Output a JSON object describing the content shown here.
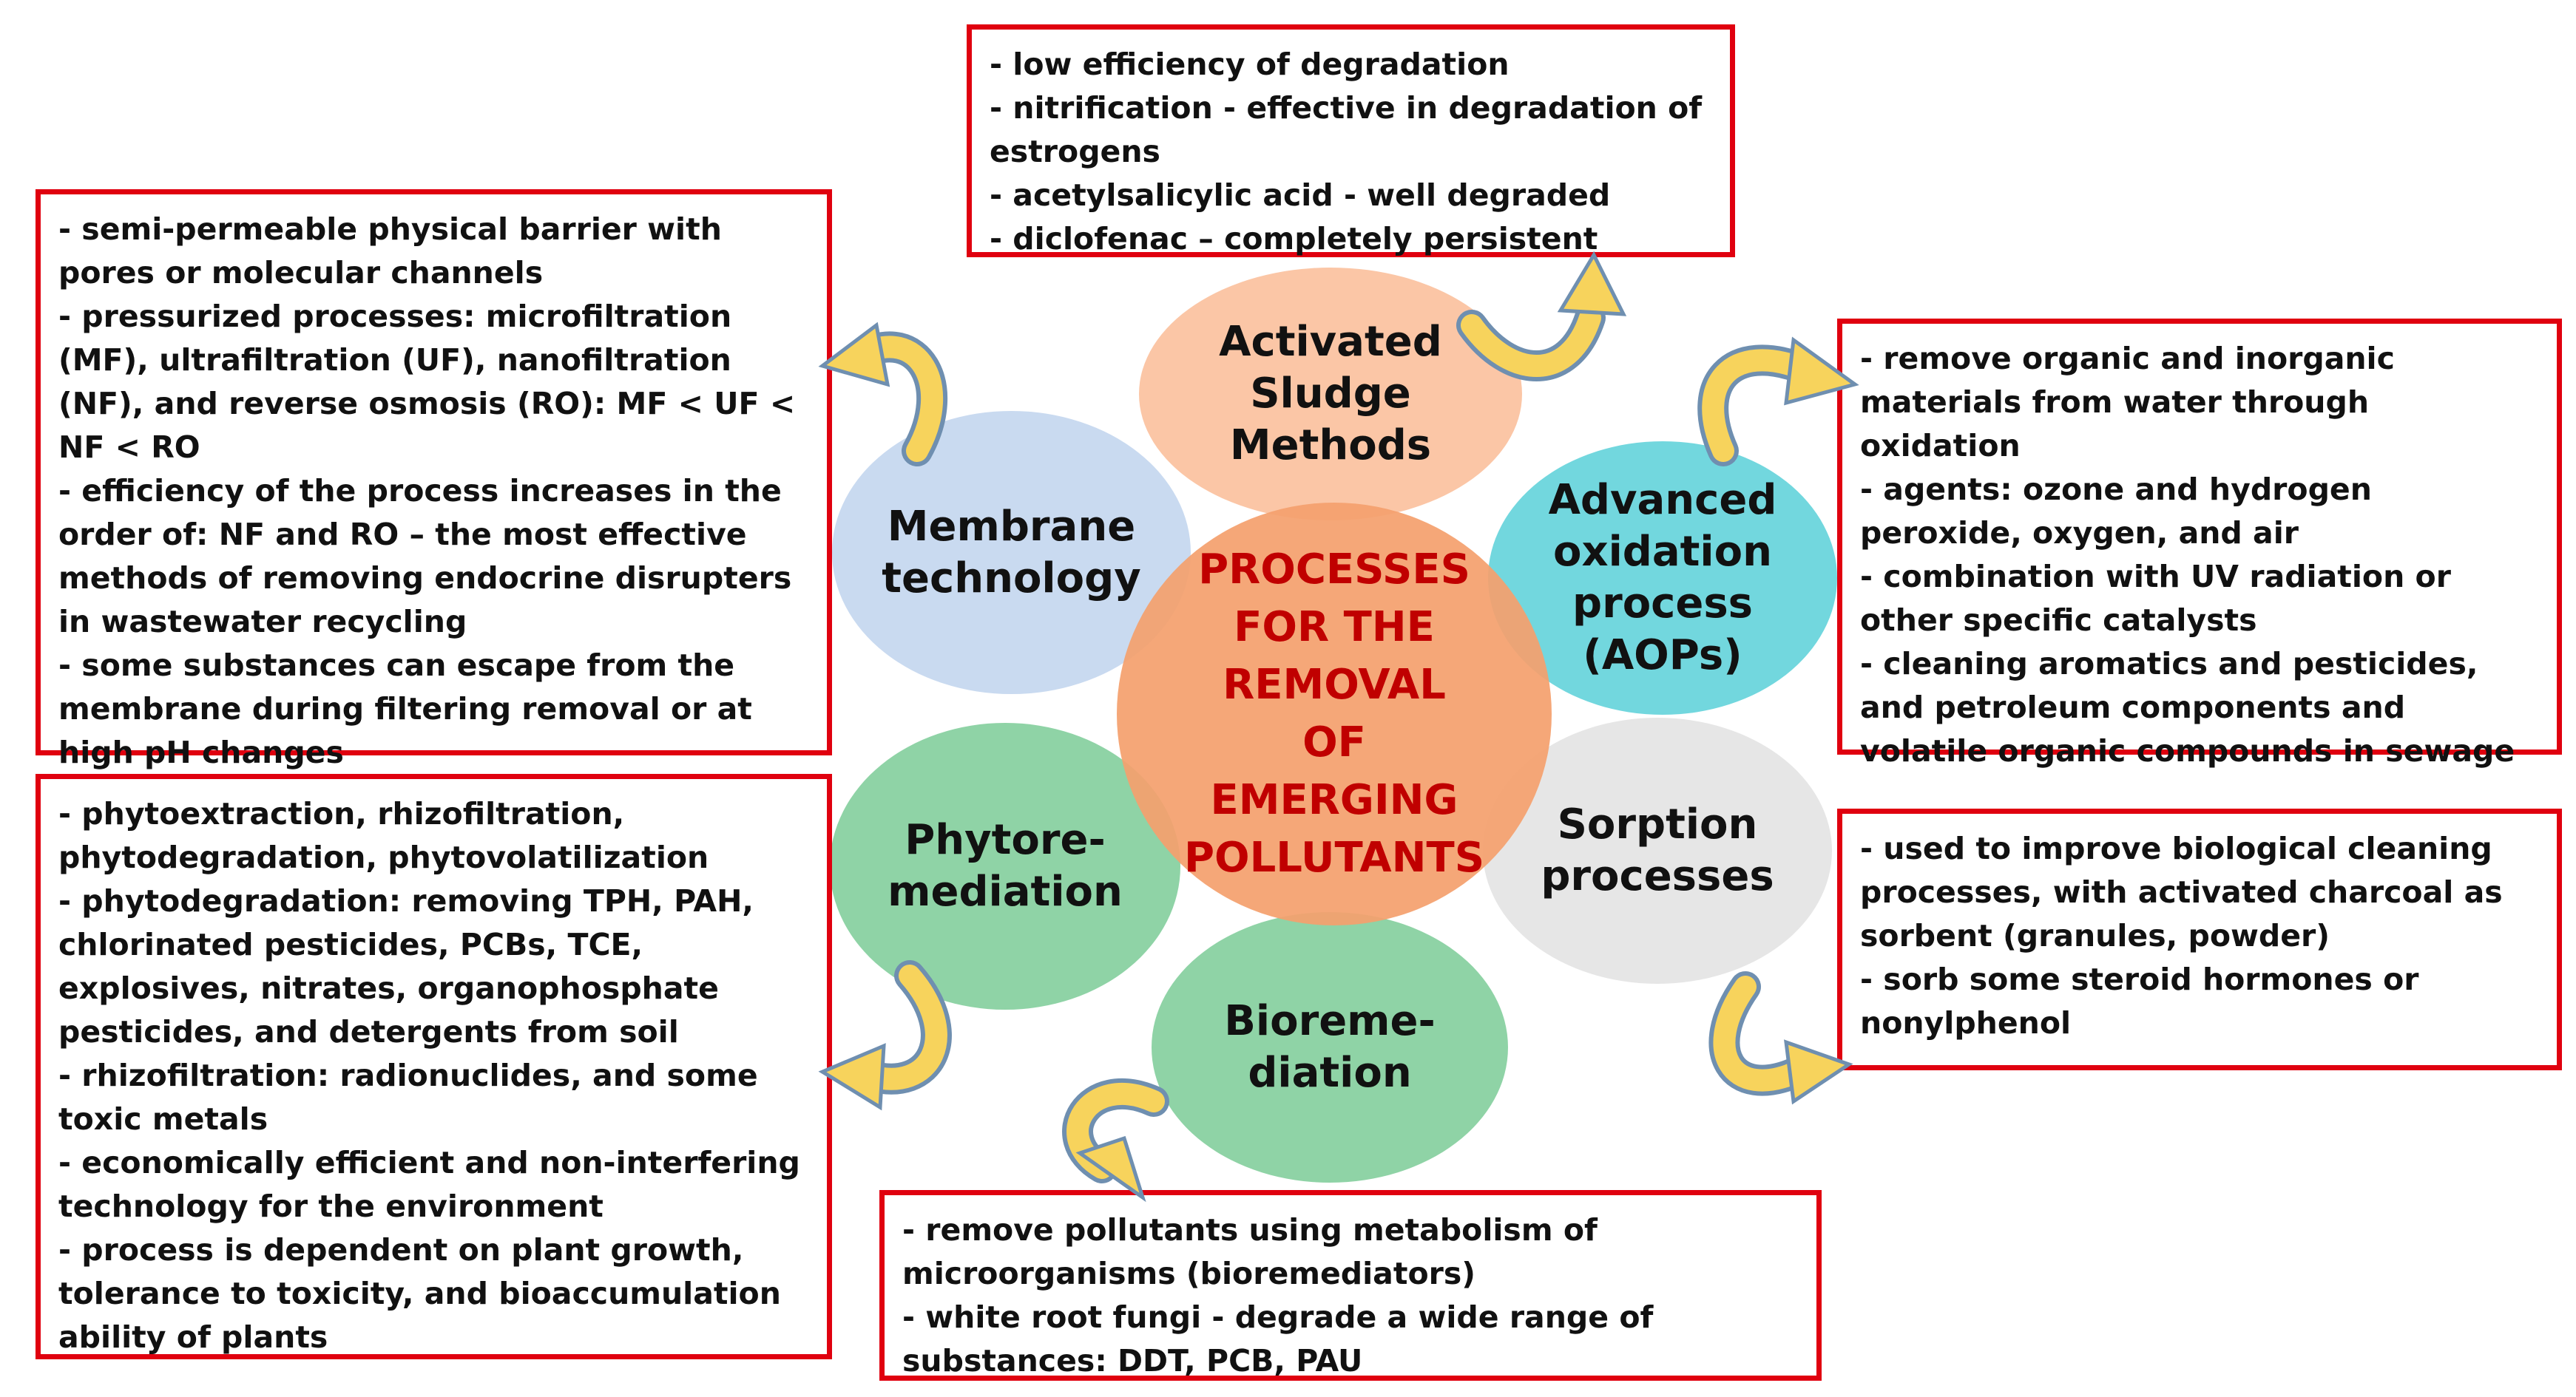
{
  "center": {
    "title": "PROCESSES\nFOR THE\nREMOVAL\nOF\nEMERGING\nPOLLUTANTS",
    "color": "#f4a679"
  },
  "methods": {
    "activated_sludge": {
      "label": "Activated\nSludge\nMethods",
      "color": "#fbc6a6"
    },
    "advanced_oxidation": {
      "label": "Advanced\noxidation\nprocess\n(AOPs)",
      "color": "#72d7de"
    },
    "sorption": {
      "label": "Sorption\nprocesses",
      "color": "#e6e6e6"
    },
    "bioremediation": {
      "label": "Bioreme-\ndiation",
      "color": "#8fd3a6"
    },
    "phytoremediation": {
      "label": "Phytore-\nmediation",
      "color": "#8fd3a6"
    },
    "membrane": {
      "label": "Membrane\ntechnology",
      "color": "#c9daf0"
    }
  },
  "boxes": {
    "activated_sludge": [
      "- low efficiency of degradation",
      "- nitrification - effective in degradation of estrogens",
      "- acetylsalicylic acid - well degraded",
      "- diclofenac – completely persistent"
    ],
    "membrane": [
      "- semi-permeable physical barrier with pores or molecular channels",
      "- pressurized processes: microfiltration (MF), ultrafiltration (UF), nanofiltration (NF), and reverse osmosis (RO): MF < UF < NF < RO",
      "- efficiency of the process increases in the order of: NF and RO – the most effective methods of removing endocrine disrupters in wastewater recycling",
      "- some substances can escape from the membrane during filtering removal or at high pH changes"
    ],
    "advanced_oxidation": [
      "- remove organic and inorganic materials from water through oxidation",
      "- agents: ozone and hydrogen peroxide, oxygen, and air",
      "- combination with UV radiation or other specific catalysts",
      "- cleaning aromatics and pesticides, and petroleum components and volatile organic compounds in sewage"
    ],
    "sorption": [
      "- used to improve biological cleaning processes, with activated charcoal as sorbent (granules, powder)",
      "- sorb some steroid hormones or nonylphenol"
    ],
    "phytoremediation": [
      "- phytoextraction, rhizofiltration, phytodegradation, phytovolatilization",
      "- phytodegradation: removing TPH, PAH, chlorinated pesticides, PCBs, TCE, explosives, nitrates, organophosphate pesticides, and detergents from soil",
      "- rhizofiltration: radionuclides, and some toxic metals",
      "- economically efficient and non-interfering technology for the environment",
      "- process is dependent on plant growth, tolerance to toxicity, and bioaccumulation ability of plants"
    ],
    "bioremediation": [
      "- remove pollutants using metabolism of microorganisms (bioremediators)",
      "- white root fungi - degrade a wide range of substances: DDT, PCB, PAU"
    ]
  },
  "style": {
    "box_border_color": "#e0000f",
    "arrow_fill": "#f7d35c",
    "arrow_stroke": "#6f8fb0"
  }
}
